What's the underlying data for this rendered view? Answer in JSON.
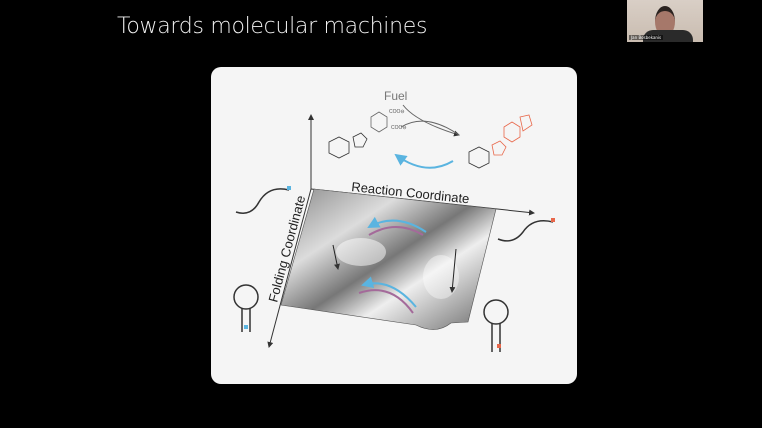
{
  "slide": {
    "title": "Towards molecular machines",
    "figure": {
      "fuel_label": "Fuel",
      "reaction_axis_label": "Reaction Coordinate",
      "folding_axis_label": "Folding Coordinate"
    }
  },
  "webcam": {
    "participant_name": "Jan Bosbekanis"
  },
  "colors": {
    "background": "#000000",
    "blue_arrow": "#5ab4e0",
    "red_accent": "#e8674a",
    "purple_arrow": "#a46a9a"
  }
}
